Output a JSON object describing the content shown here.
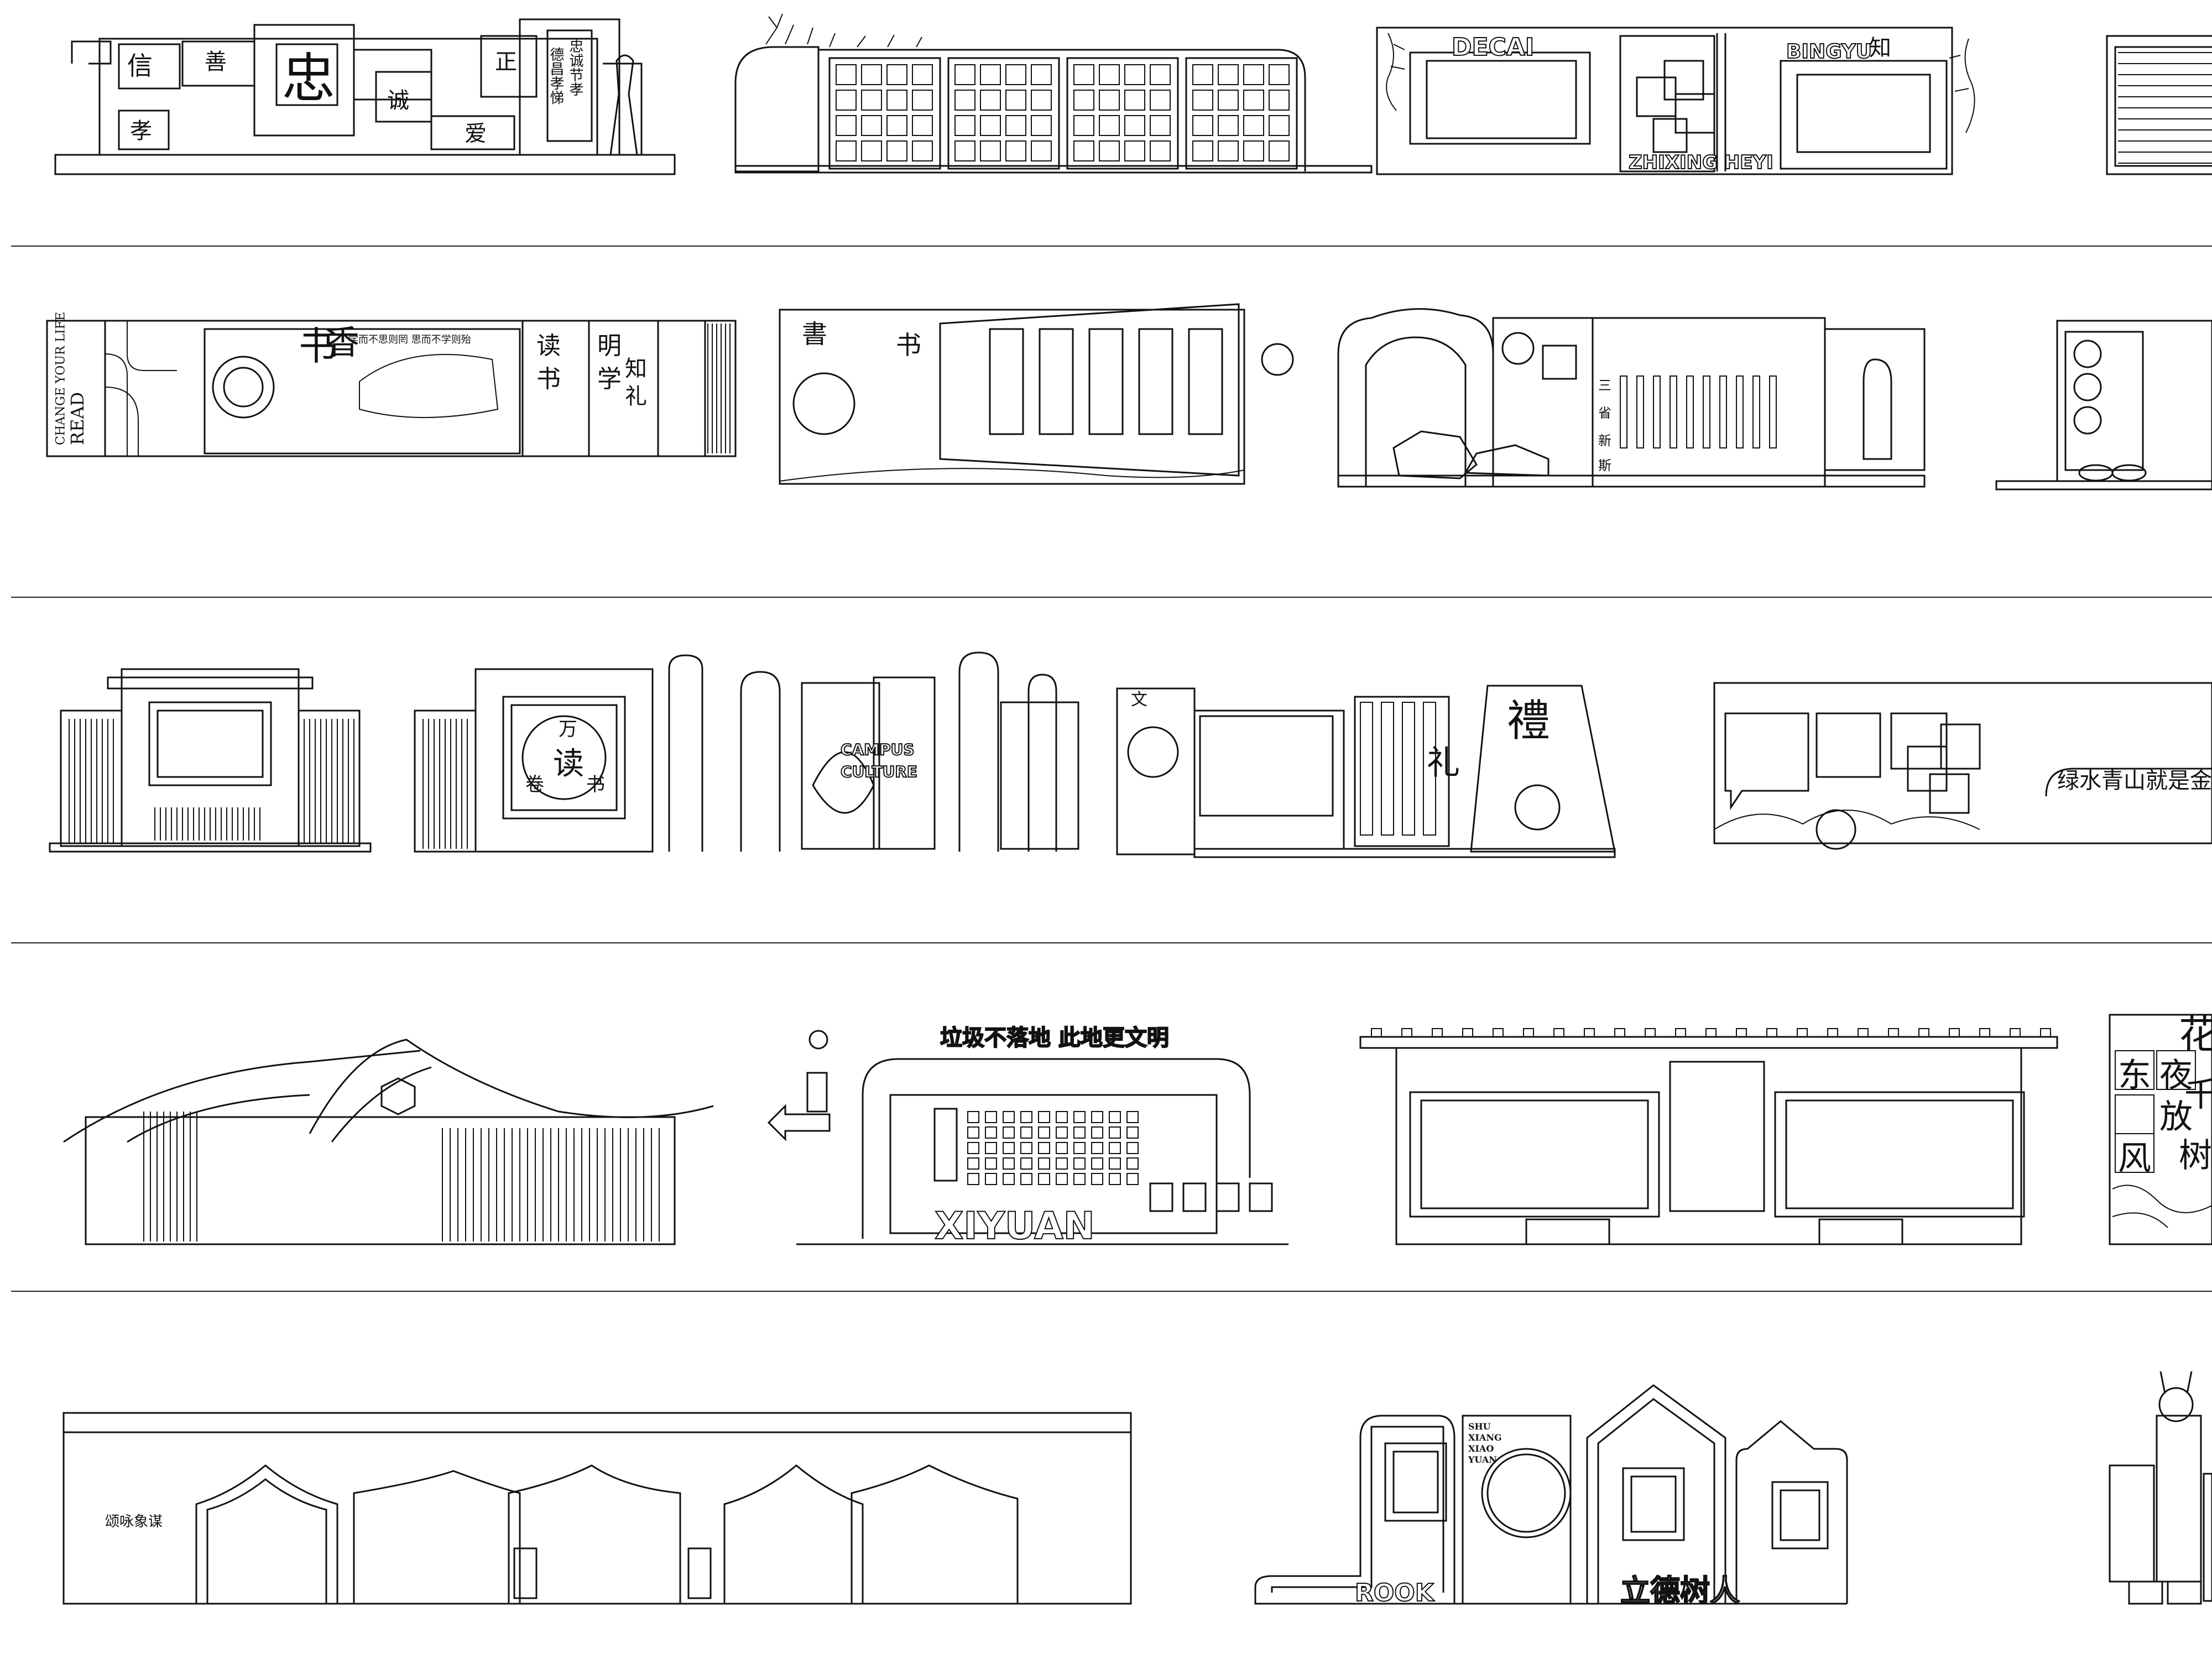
{
  "row1": {
    "wall1": {
      "glyphs": [
        "信",
        "善",
        "忠",
        "正",
        "孝",
        "诚",
        "爱"
      ],
      "poem": [
        "忠诚节孝",
        "德昌孝悌"
      ]
    },
    "wall3": {
      "top_left": "DECAI",
      "top_right": "BINGYU",
      "bottom": "ZHIXING HEYI",
      "side_glyph": "知"
    }
  },
  "row2": {
    "wall1": {
      "vertical_en": [
        "READ",
        "CHANGE YOUR LIFE"
      ],
      "glyphs": [
        "书",
        "香",
        "读",
        "书",
        "明",
        "学",
        "知",
        "礼"
      ],
      "banner": "学而不思则罔 思而不学则殆"
    },
    "wall2": {
      "glyphs": [
        "書",
        "书"
      ]
    },
    "wall3": {
      "glyphs": [
        "三",
        "省",
        "新",
        "斯"
      ]
    }
  },
  "row3": {
    "wall2": {
      "center_glyphs": [
        "读",
        "万",
        "卷",
        "书"
      ],
      "en": [
        "CAMPUS",
        "CULTURE"
      ],
      "glyph_small": "文"
    },
    "wall3": {
      "big_glyph": "禮",
      "small_glyph": "礼"
    },
    "wall4": {
      "slogan": "绿水青山就是金山"
    }
  },
  "row4": {
    "wall2": {
      "title": "垃圾不落地 此地更文明",
      "logo": "XIYUAN"
    },
    "wall4": {
      "glyphs": [
        "东",
        "夜",
        "放",
        "风",
        "花",
        "千",
        "树"
      ]
    }
  },
  "row5": {
    "wall1": {
      "text": "颂咏象谋"
    },
    "wall2": {
      "label_en": "ROOK",
      "label_pinyin": [
        "SHU",
        "XIANG",
        "XIAO",
        "YUAN"
      ],
      "slogan": "立德树人"
    }
  }
}
